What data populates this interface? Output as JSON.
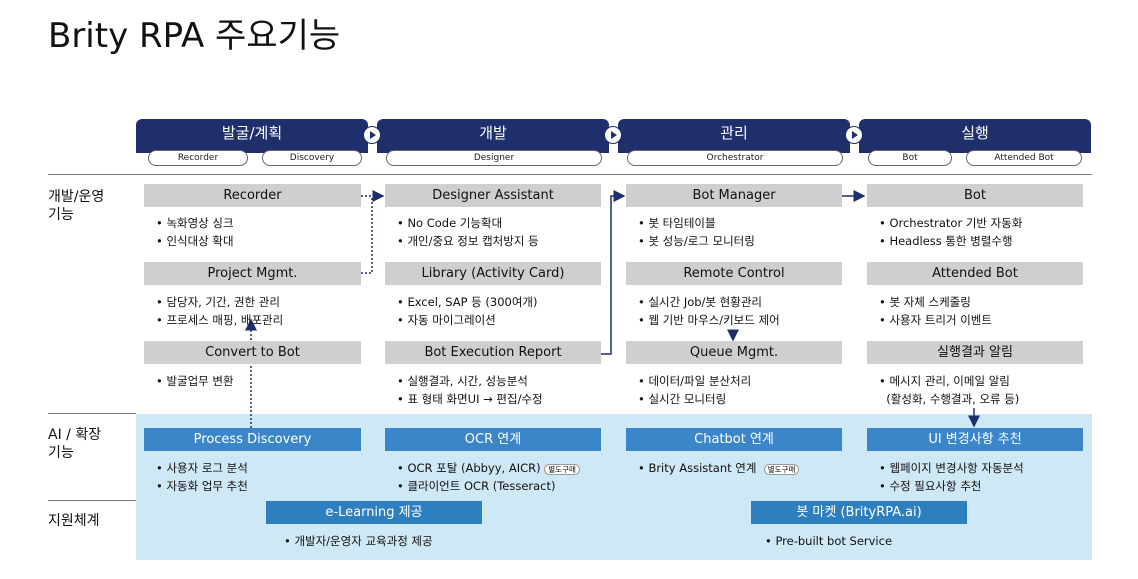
{
  "title": "Brity RPA 주요기능",
  "row_labels": {
    "dev": [
      "개발/운영",
      "기능"
    ],
    "ai": [
      "AI / 확장",
      "기능"
    ],
    "support": "지원체계"
  },
  "columns": [
    {
      "title": "발굴/계획",
      "pills": [
        "Recorder",
        "Discovery"
      ]
    },
    {
      "title": "개발",
      "pills": [
        "Designer"
      ]
    },
    {
      "title": "관리",
      "pills": [
        "Orchestrator"
      ]
    },
    {
      "title": "실행",
      "pills": [
        "Bot",
        "Attended Bot"
      ]
    }
  ],
  "col1": {
    "box1": "Recorder",
    "b1": [
      "• 녹화영상 싱크",
      "• 인식대상 확대"
    ],
    "box2": "Project Mgmt.",
    "b2": [
      "• 담당자, 기간, 권한 관리",
      "• 프로세스 매핑, 배포관리"
    ],
    "box3": "Convert to Bot",
    "b3": [
      "• 발굴업무 변환"
    ],
    "ai_box": "Process Discovery",
    "ai_b": [
      "• 사용자 로그 분석",
      "• 자동화 업무 추천"
    ]
  },
  "col2": {
    "box1": "Designer Assistant",
    "b1": [
      "• No Code 기능확대",
      "• 개인/중요 정보 캡처방지 등"
    ],
    "box2": "Library (Activity Card)",
    "b2": [
      "• Excel, SAP 등 (300여개)",
      "• 자동 마이그레이션"
    ],
    "box3": "Bot Execution Report",
    "b3": [
      "• 실행결과, 시간, 성능분석",
      "• 표 형태 화면UI → 편집/수정"
    ],
    "ai_box": "OCR 연계",
    "ai_b": [
      "• OCR 포탈 (Abbyy, AICR)",
      "• 클라이언트 OCR (Tesseract)"
    ],
    "ai_tag": "별도구매"
  },
  "col3": {
    "box1": "Bot Manager",
    "b1": [
      "• 봇 타임테이블",
      "• 봇 성능/로그 모니터링"
    ],
    "box2": "Remote Control",
    "b2": [
      "• 실시간 Job/봇 현황관리",
      "• 웹 기반 마우스/키보드 제어"
    ],
    "box3": "Queue Mgmt.",
    "b3": [
      "• 데이터/파일 분산처리",
      "• 실시간 모니터링"
    ],
    "ai_box": "Chatbot 연계",
    "ai_b": [
      "• Brity Assistant 연계"
    ],
    "ai_tag": "별도구매"
  },
  "col4": {
    "box1": "Bot",
    "b1": [
      "• Orchestrator 기반 자동화",
      "• Headless 통한 병렬수행"
    ],
    "box2": "Attended Bot",
    "b2": [
      "• 봇 자체 스케줄링",
      "• 사용자 트리거 이벤트"
    ],
    "box3": "실행결과 알림",
    "b3": [
      "• 메시지 관리, 이메일 알림",
      "  (활성화, 수행결과, 오류 등)"
    ],
    "ai_box": "UI 변경사항 추천",
    "ai_b": [
      "• 웹페이지 변경사항 자동분석",
      "• 수정 필요사항 추천"
    ]
  },
  "support": {
    "left_box": "e-Learning 제공",
    "left_text": "• 개발자/운영자 교육과정 제공",
    "right_box": "봇 마켓 (BrityRPA.ai)",
    "right_text": "• Pre-built bot Service"
  },
  "colors": {
    "header": "#1f2f6b",
    "ai_band": "#cfe8f5",
    "ai_box": "#3a86c8",
    "grey_box": "#cfcfcf"
  }
}
